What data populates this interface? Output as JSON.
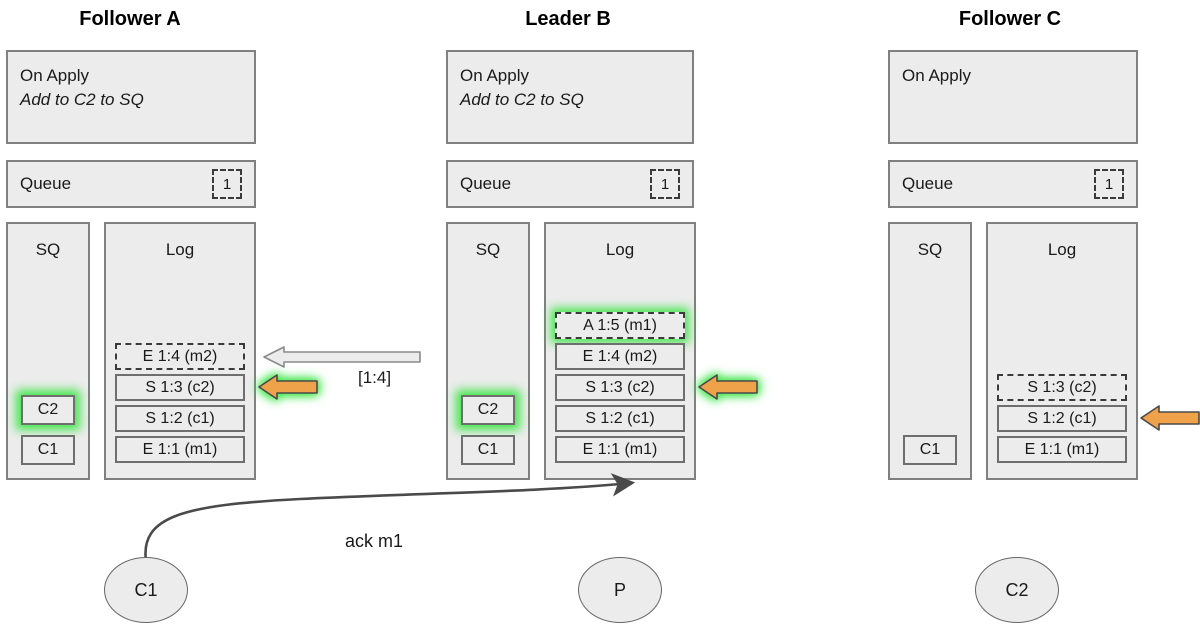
{
  "diagram": {
    "title_follower_a": "Follower A",
    "title_leader_b": "Leader B",
    "title_follower_c": "Follower C",
    "gray_arrow_label": "[1:4]",
    "ack_label": "ack m1"
  },
  "nodes": [
    {
      "id": "follower-a",
      "title": "Follower A",
      "on_apply": {
        "heading": "On Apply",
        "action": "Add to C2 to SQ"
      },
      "queue": {
        "label": "Queue",
        "count": "1"
      },
      "sq": {
        "header": "SQ",
        "items": [
          {
            "label": "C2",
            "highlight": true
          },
          {
            "label": "C1",
            "highlight": false
          }
        ]
      },
      "log": {
        "header": "Log",
        "entries": [
          {
            "label": "E 1:4 (m2)",
            "style": "dashed",
            "highlight": false
          },
          {
            "label": "S 1:3 (c2)",
            "style": "solid",
            "highlight": false
          },
          {
            "label": "S 1:2 (c1)",
            "style": "solid",
            "highlight": false
          },
          {
            "label": "E 1:1 (m1)",
            "style": "solid",
            "highlight": false
          }
        ]
      },
      "pointer": {
        "color": "#f0a24a",
        "glow": true,
        "target": "S 1:3 (c2)"
      }
    },
    {
      "id": "leader-b",
      "title": "Leader B",
      "on_apply": {
        "heading": "On Apply",
        "action": "Add to C2 to SQ"
      },
      "queue": {
        "label": "Queue",
        "count": "1"
      },
      "sq": {
        "header": "SQ",
        "items": [
          {
            "label": "C2",
            "highlight": true
          },
          {
            "label": "C1",
            "highlight": false
          }
        ]
      },
      "log": {
        "header": "Log",
        "entries": [
          {
            "label": "A 1:5 (m1)",
            "style": "dashed",
            "highlight": true
          },
          {
            "label": "E 1:4 (m2)",
            "style": "solid",
            "highlight": false
          },
          {
            "label": "S 1:3 (c2)",
            "style": "solid",
            "highlight": false
          },
          {
            "label": "S 1:2 (c1)",
            "style": "solid",
            "highlight": false
          },
          {
            "label": "E 1:1 (m1)",
            "style": "solid",
            "highlight": false
          }
        ]
      },
      "pointer": {
        "color": "#f0a24a",
        "glow": true,
        "target": "S 1:3 (c2)"
      }
    },
    {
      "id": "follower-c",
      "title": "Follower C",
      "on_apply": {
        "heading": "On Apply",
        "action": ""
      },
      "queue": {
        "label": "Queue",
        "count": "1"
      },
      "sq": {
        "header": "SQ",
        "items": [
          {
            "label": "C1",
            "highlight": false
          }
        ]
      },
      "log": {
        "header": "Log",
        "entries": [
          {
            "label": "S 1:3 (c2)",
            "style": "dashed",
            "highlight": false
          },
          {
            "label": "S 1:2 (c1)",
            "style": "solid",
            "highlight": false
          },
          {
            "label": "E 1:1 (m1)",
            "style": "solid",
            "highlight": false
          }
        ]
      },
      "pointer": {
        "color": "#f0a24a",
        "glow": false,
        "target": "S 1:2 (c1)"
      }
    }
  ],
  "clients": [
    {
      "id": "client-c1",
      "label": "C1"
    },
    {
      "id": "producer-p",
      "label": "P"
    },
    {
      "id": "client-c2",
      "label": "C2"
    }
  ],
  "colors": {
    "panel_fill": "#ececec",
    "panel_border": "#808080",
    "entry_border": "#6e6e6e",
    "orange": "#f0a24a",
    "green_glow": "#3ce646",
    "gray_arrow_fill": "#ececec",
    "gray_arrow_border": "#808080"
  }
}
